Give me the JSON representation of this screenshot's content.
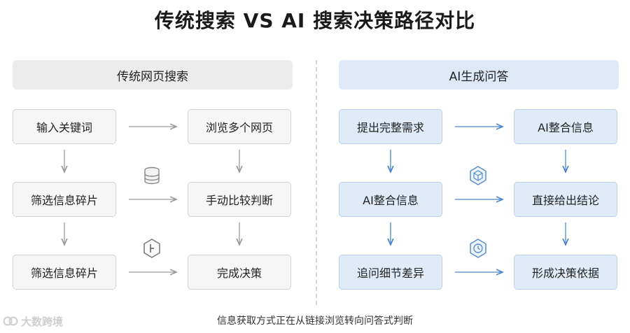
{
  "title": "传统搜索 VS AI 搜索决策路径对比",
  "left": {
    "header": "传统网页搜索",
    "boxes": [
      "输入关键词",
      "浏览多个网页",
      "筛选信息碎片",
      "手动比较判断",
      "筛选信息碎片",
      "完成决策"
    ]
  },
  "right": {
    "header": "AI生成问答",
    "boxes": [
      "提出完整需求",
      "AI整合信息",
      "AI整合信息",
      "直接给出结论",
      "追问细节差异",
      "形成决策依据"
    ]
  },
  "caption": "信息获取方式正在从链接浏览转向问答式判断",
  "watermark": "大数跨境",
  "colors": {
    "gray_arrow": "#9a9a9a",
    "blue_arrow": "#4a86c8",
    "blue_box": "#dfebf8",
    "gray_box": "#f6f6f6"
  },
  "icons": {
    "left_mid_1": "database-icon",
    "left_mid_2": "hexagon-marker-icon",
    "right_mid_1": "hexagon-cube-icon",
    "right_mid_2": "hexagon-clock-icon"
  }
}
